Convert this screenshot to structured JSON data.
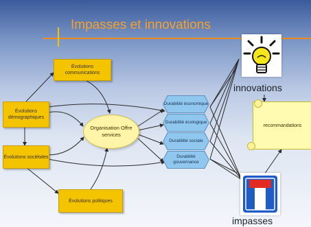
{
  "title": "Impasses et innovations",
  "boxes": {
    "communications": "Évolutions communications",
    "demographiques": "Évolutions démographiques",
    "societales": "Évolutions sociétales",
    "politiques": "Évolutions politiques"
  },
  "center": "Organisation Offre services",
  "durabilite": {
    "economique": "Durabilité économique",
    "ecologique": "Durabilité écologique",
    "sociale": "Durabilité sociale",
    "gouvernance": "Durabilité gouvernance"
  },
  "innovations_label": "innovations",
  "recommandations": "recommandations",
  "impasses_label": "impasses",
  "colors": {
    "title": "#f4a12c",
    "box": "#f5c400",
    "hexagon": "#8fc7ee",
    "rule": "#f08a18"
  },
  "icons": {
    "innovations": "lightbulb-icon",
    "impasses": "dead-end-sign-icon"
  }
}
